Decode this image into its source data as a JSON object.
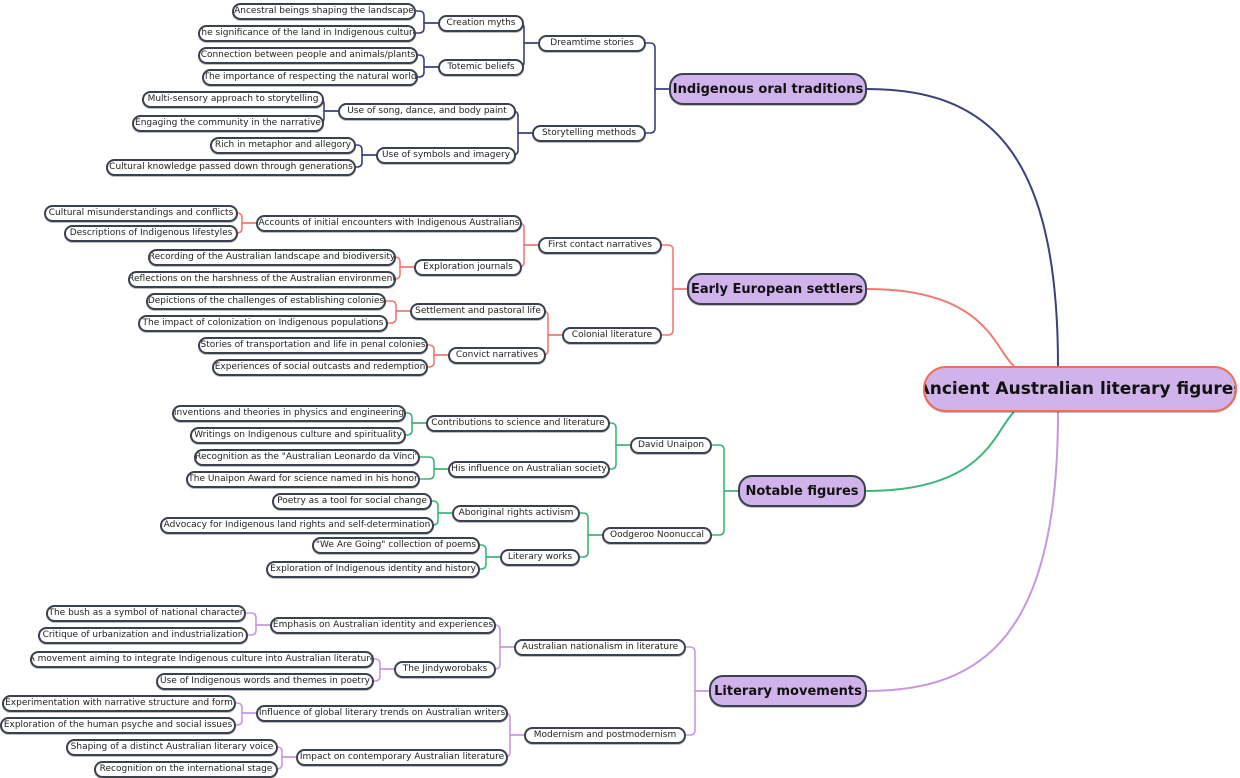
{
  "central_topic": {
    "label": "Ancient Australian literary figures"
  },
  "colors": {
    "root_fill": "#d1b3eb",
    "root_border": "#ee6e55",
    "branch_fill": "#d1b3eb",
    "node_border": "#3c4150",
    "indigenous": "#3c3f82",
    "european": "#f07b74",
    "notable": "#3db679",
    "movements": "#c897e3"
  },
  "branches": [
    {
      "label": "Indigenous oral traditions",
      "color": "#3c3f82",
      "children": [
        {
          "label": "Dreamtime stories",
          "children": [
            {
              "label": "Creation myths",
              "children": [
                {
                  "label": "Ancestral beings shaping the landscape"
                },
                {
                  "label": "The significance of the land in Indigenous culture"
                }
              ]
            },
            {
              "label": "Totemic beliefs",
              "children": [
                {
                  "label": "Connection between people and animals/plants"
                },
                {
                  "label": "The importance of respecting the natural world"
                }
              ]
            }
          ]
        },
        {
          "label": "Storytelling methods",
          "children": [
            {
              "label": "Use of song, dance, and body paint",
              "children": [
                {
                  "label": "Multi-sensory approach to storytelling"
                },
                {
                  "label": "Engaging the community in the narrative"
                }
              ]
            },
            {
              "label": "Use of symbols and imagery",
              "children": [
                {
                  "label": "Rich in metaphor and allegory"
                },
                {
                  "label": "Cultural knowledge passed down through generations"
                }
              ]
            }
          ]
        }
      ]
    },
    {
      "label": "Early European settlers",
      "color": "#f07b74",
      "children": [
        {
          "label": "First contact narratives",
          "children": [
            {
              "label": "Accounts of initial encounters with Indigenous Australians",
              "children": [
                {
                  "label": "Cultural misunderstandings and conflicts"
                },
                {
                  "label": "Descriptions of Indigenous lifestyles"
                }
              ]
            },
            {
              "label": "Exploration journals",
              "children": [
                {
                  "label": "Recording of the Australian landscape and biodiversity"
                },
                {
                  "label": "Reflections on the harshness of the Australian environment"
                }
              ]
            }
          ]
        },
        {
          "label": "Colonial literature",
          "children": [
            {
              "label": "Settlement and pastoral life",
              "children": [
                {
                  "label": "Depictions of the challenges of establishing colonies"
                },
                {
                  "label": "The impact of colonization on Indigenous populations"
                }
              ]
            },
            {
              "label": "Convict narratives",
              "children": [
                {
                  "label": "Stories of transportation and life in penal colonies"
                },
                {
                  "label": "Experiences of social outcasts and redemption"
                }
              ]
            }
          ]
        }
      ]
    },
    {
      "label": "Notable figures",
      "color": "#3db679",
      "children": [
        {
          "label": "David Unaipon",
          "children": [
            {
              "label": "Contributions to science and literature",
              "children": [
                {
                  "label": "Inventions and theories in physics and engineering"
                },
                {
                  "label": "Writings on Indigenous culture and spirituality"
                }
              ]
            },
            {
              "label": "His influence on Australian society",
              "children": [
                {
                  "label": "Recognition as the \"Australian Leonardo da Vinci\""
                },
                {
                  "label": "The Unaipon Award for science named in his honor"
                }
              ]
            }
          ]
        },
        {
          "label": "Oodgeroo Noonuccal",
          "children": [
            {
              "label": "Aboriginal rights activism",
              "children": [
                {
                  "label": "Poetry as a tool for social change"
                },
                {
                  "label": "Advocacy for Indigenous land rights and self-determination"
                }
              ]
            },
            {
              "label": "Literary works",
              "children": [
                {
                  "label": "\"We Are Going\" collection of poems"
                },
                {
                  "label": "Exploration of Indigenous identity and history"
                }
              ]
            }
          ]
        }
      ]
    },
    {
      "label": "Literary movements",
      "color": "#c897e3",
      "children": [
        {
          "label": "Australian nationalism in literature",
          "children": [
            {
              "label": "Emphasis on Australian identity and experiences",
              "children": [
                {
                  "label": "The bush as a symbol of national character"
                },
                {
                  "label": "Critique of urbanization and industrialization"
                }
              ]
            },
            {
              "label": "The Jindyworobaks",
              "children": [
                {
                  "label": "A movement aiming to integrate Indigenous culture into Australian literature"
                },
                {
                  "label": "Use of Indigenous words and themes in poetry"
                }
              ]
            }
          ]
        },
        {
          "label": "Modernism and postmodernism",
          "children": [
            {
              "label": "Influence of global literary trends on Australian writers",
              "children": [
                {
                  "label": "Experimentation with narrative structure and form"
                },
                {
                  "label": "Exploration of the human psyche and social issues"
                }
              ]
            },
            {
              "label": "Impact on contemporary Australian literature",
              "children": [
                {
                  "label": "Shaping of a distinct Australian literary voice"
                },
                {
                  "label": "Recognition on the international stage"
                }
              ]
            }
          ]
        }
      ]
    }
  ]
}
